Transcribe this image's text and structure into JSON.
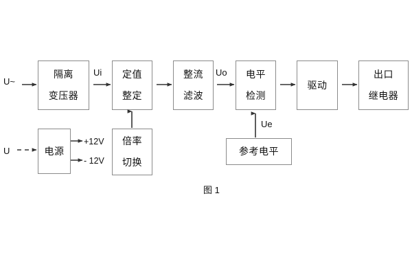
{
  "diagram": {
    "caption": "图 1",
    "boxes": [
      {
        "id": "isolation-transformer",
        "line1": "隔离",
        "line2": "变压器"
      },
      {
        "id": "setting-value",
        "line1": "定值",
        "line2": "整定"
      },
      {
        "id": "rectify-filter",
        "line1": "整流",
        "line2": "滤波"
      },
      {
        "id": "level-detection",
        "line1": "电平",
        "line2": "检测"
      },
      {
        "id": "drive",
        "line1": "驱动",
        "line2": ""
      },
      {
        "id": "output-relay",
        "line1": "出口",
        "line2": "继电器"
      },
      {
        "id": "power-supply",
        "line1": "电源",
        "line2": ""
      },
      {
        "id": "multiplier-switch",
        "line1": "倍率",
        "line2": "切换"
      },
      {
        "id": "reference-level",
        "line1": "参考电平",
        "line2": ""
      }
    ],
    "labels": {
      "input_ac": "U~",
      "input_dc": "U",
      "ui": "Ui",
      "uo": "Uo",
      "ue": "Ue",
      "plus12v": "+12V",
      "minus12v": "- 12V"
    }
  }
}
